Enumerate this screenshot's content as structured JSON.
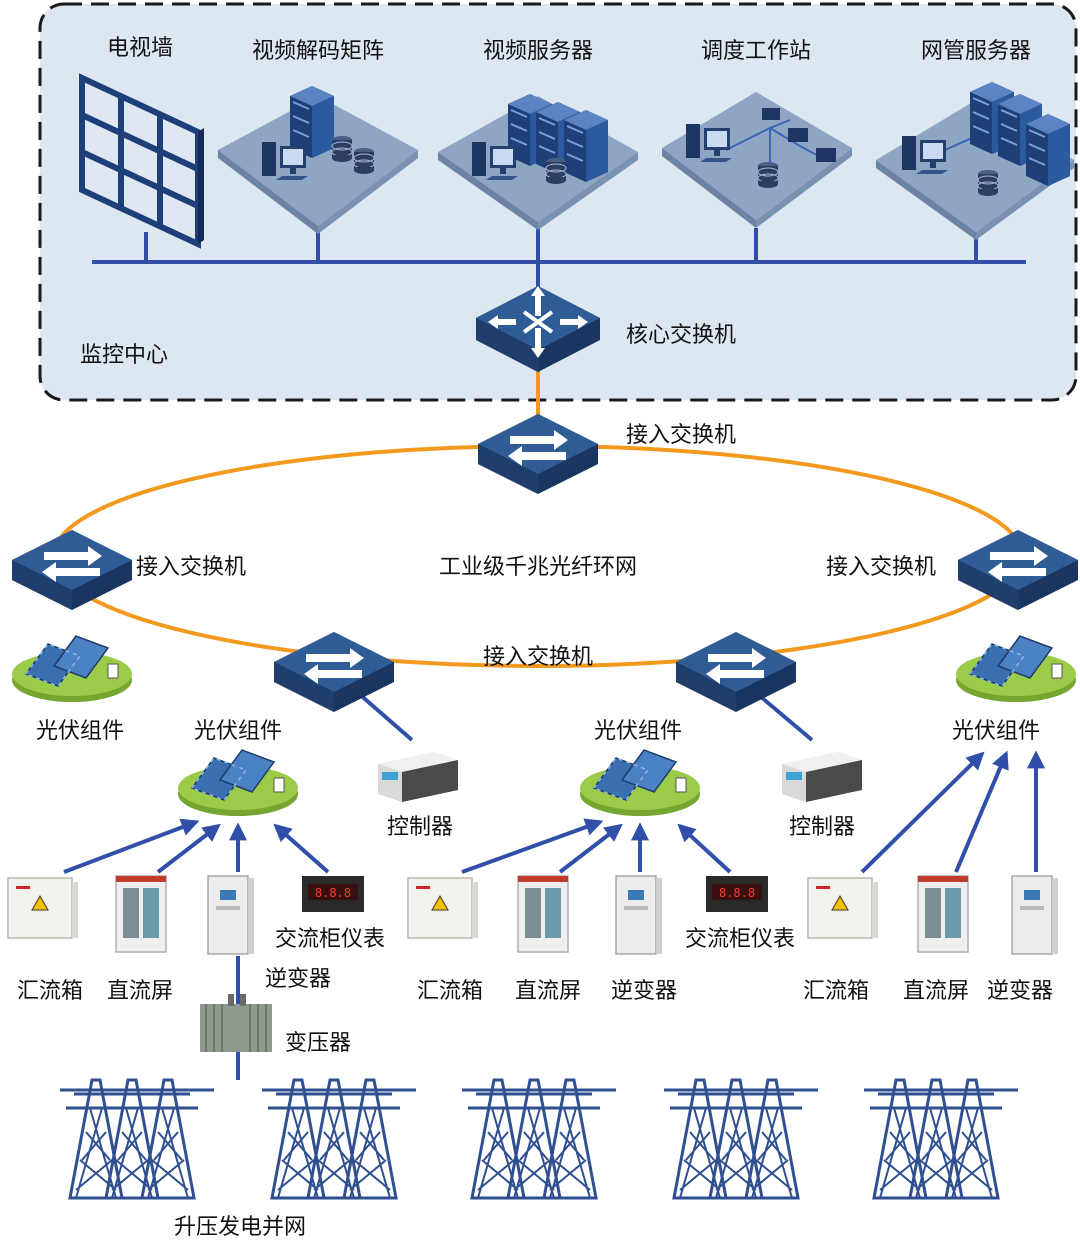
{
  "monitoring_center": {
    "label": "监控中心",
    "devices": [
      {
        "label": "电视墙",
        "icon": "video-wall-icon"
      },
      {
        "label": "视频解码矩阵",
        "icon": "decoder-matrix-icon"
      },
      {
        "label": "视频服务器",
        "icon": "video-server-icon"
      },
      {
        "label": "调度工作站",
        "icon": "dispatch-workstation-icon"
      },
      {
        "label": "网管服务器",
        "icon": "nms-server-icon"
      }
    ],
    "core_switch": {
      "label": "核心交换机",
      "icon": "core-switch-icon"
    }
  },
  "ring": {
    "label": "工业级千兆光纤环网",
    "switch_labels": {
      "top": "接入交换机",
      "left": "接入交换机",
      "right": "接入交换机",
      "bottom": "接入交换机"
    }
  },
  "field": {
    "pv_labels": [
      "光伏组件",
      "光伏组件",
      "光伏组件",
      "光伏组件"
    ],
    "controller_labels": [
      "控制器",
      "控制器"
    ],
    "group1": {
      "combiner": "汇流箱",
      "dc_panel": "直流屏",
      "inverter": "逆变器",
      "ac_meter": "交流柜仪表",
      "transformer": "变压器"
    },
    "group2": {
      "combiner": "汇流箱",
      "dc_panel": "直流屏",
      "inverter": "逆变器",
      "ac_meter": "交流柜仪表"
    },
    "group3": {
      "combiner": "汇流箱",
      "dc_panel": "直流屏",
      "inverter": "逆变器"
    },
    "grid_label": "升压发电并网"
  },
  "colors": {
    "center_bg": "#dde7f2",
    "bus_line": "#2f4fa8",
    "ring_line": "#f39a1e",
    "switch_top": "#2b5287",
    "switch_side": "#1a3560",
    "tower": "#2f4f90"
  }
}
